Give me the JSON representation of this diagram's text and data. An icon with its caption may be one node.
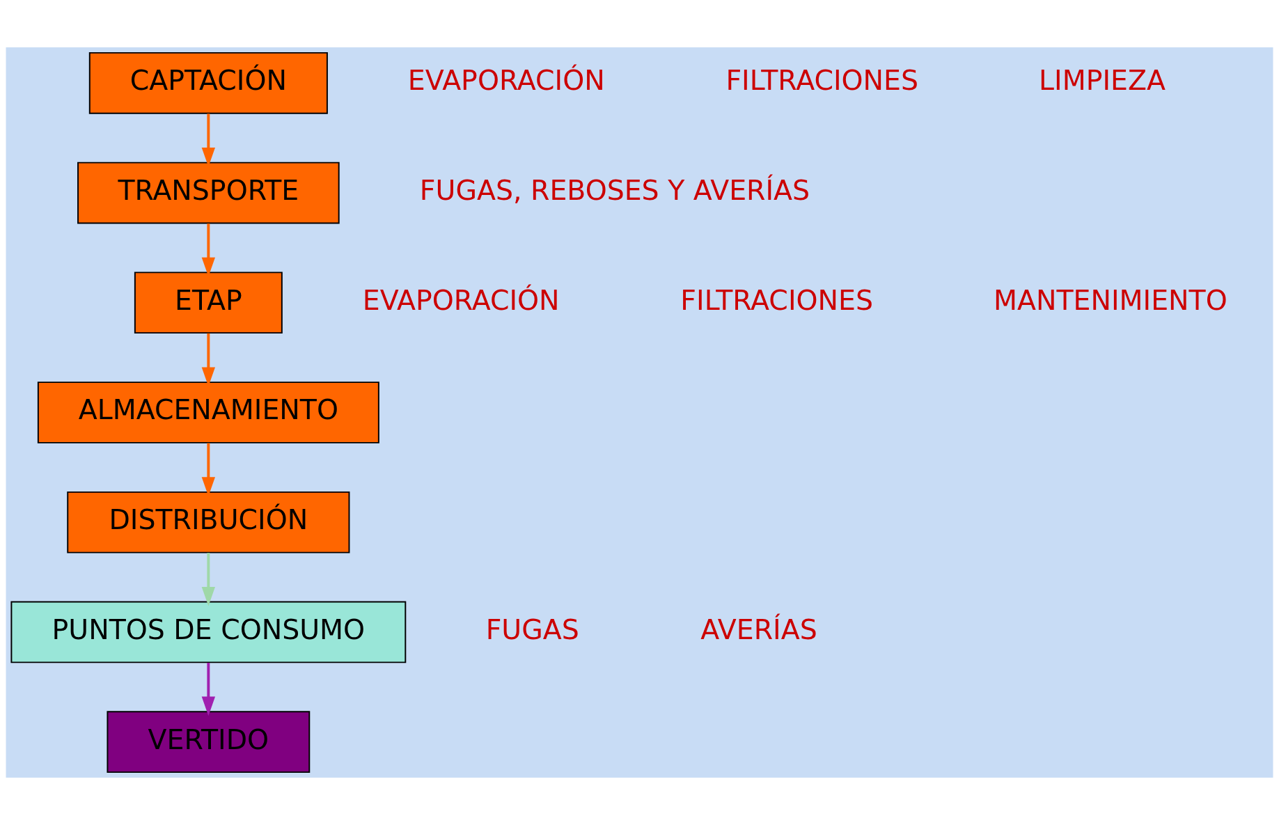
{
  "diagram": {
    "nodes": [
      {
        "text": [
          "CAPTACIÓN"
        ]
      },
      {
        "text": [
          "TRANSPORTE"
        ]
      },
      {
        "text": [
          "ETAP"
        ]
      },
      {
        "text": [
          "ALMACENAMIENTO"
        ]
      },
      {
        "text": [
          "DISTRIBUCIÓN"
        ]
      },
      {
        "text": [
          "PUNTOS DE CONSUMO"
        ]
      },
      {
        "text": [
          "VERTIDO"
        ]
      }
    ],
    "edges": [
      {
        "from": 0,
        "to": 1,
        "arrow": "to"
      },
      {
        "from": 1,
        "to": 2,
        "arrow": "to"
      },
      {
        "from": 2,
        "to": 3,
        "arrow": "to"
      },
      {
        "from": 3,
        "to": 4,
        "arrow": "to"
      },
      {
        "from": 4,
        "to": 5,
        "arrow": "to",
        "color": "#9fd8a8"
      },
      {
        "from": 5,
        "to": 6,
        "arrow": "to",
        "color": "#a020b0"
      }
    ],
    "labels": [
      "EVAPORACIÓN",
      "FILTRACIONES",
      "MANTENIMIENTO",
      "FUGAS, REBOSES Y AVERÍAS",
      "EVAPORACIÓN",
      "FILTRACIONES",
      "LIMPIEZA",
      "FUGAS",
      "AVERÍAS"
    ]
  }
}
